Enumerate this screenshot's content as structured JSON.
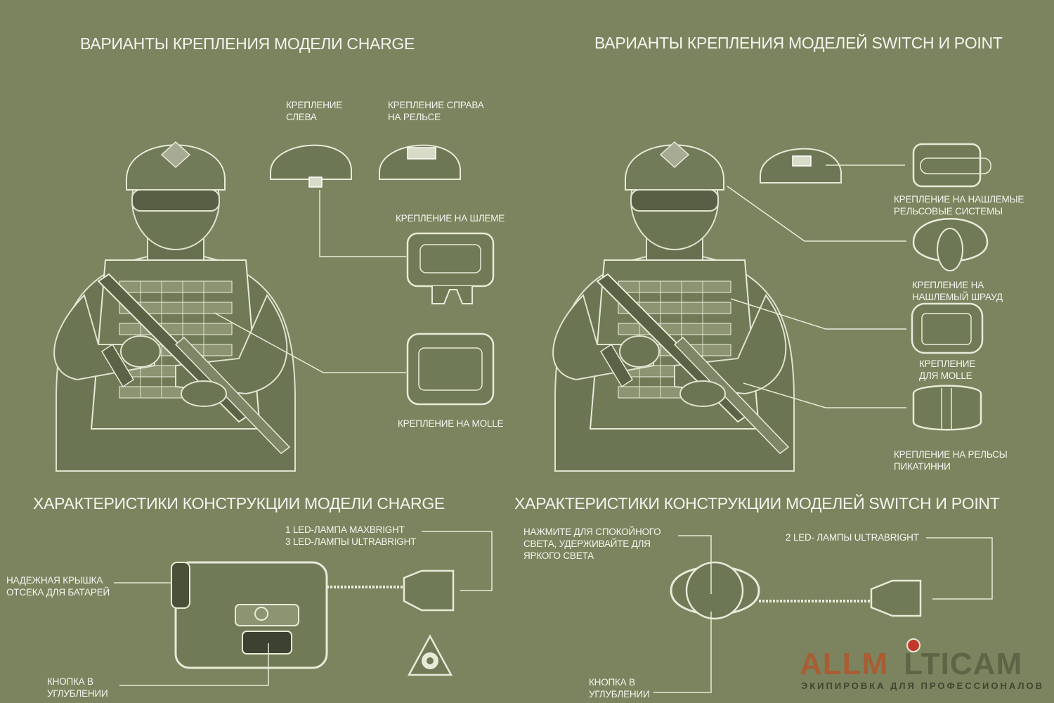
{
  "headings": {
    "charge_mounting": "ВАРИАНТЫ КРЕПЛЕНИЯ МОДЕЛИ CHARGE",
    "switch_point_mounting": "ВАРИАНТЫ КРЕПЛЕНИЯ МОДЕЛЕЙ SWITCH И POINT",
    "charge_features": "ХАРАКТЕРИСТИКИ КОНСТРУКЦИИ МОДЕЛИ CHARGE",
    "switch_point_features": "ХАРАКТЕРИСТИКИ КОНСТРУКЦИИ МОДЕЛЕЙ SWITCH И POINT"
  },
  "charge_labels": {
    "left_mount": "КРЕПЛЕНИЕ\nСЛЕВА",
    "right_rail_mount": "КРЕПЛЕНИЕ СПРАВА\nНА РЕЛЬСЕ",
    "helmet_mount": "КРЕПЛЕНИЕ НА ШЛЕМЕ",
    "molle_mount": "КРЕПЛЕНИЕ НА MOLLE"
  },
  "switch_point_labels": {
    "helmet_rail": "КРЕПЛЕНИЕ НА НАШЛЕМЫЕ\nРЕЛЬСОВЫЕ СИСТЕМЫ",
    "helmet_shroud": "КРЕПЛЕНИЕ НА\nНАШЛЕМЫЙ ШРАУД",
    "molle": "КРЕПЛЕНИЕ\nДЛЯ MOLLE",
    "picatinny": "КРЕПЛЕНИЕ НА РЕЛЬСЫ\nПИКАТИННИ"
  },
  "charge_features": {
    "leds": "1 LED-ЛАМПА MAXBRIGHT\n3 LED-ЛАМПЫ ULTRABRIGHT",
    "battery_cover": "НАДЕЖНАЯ КРЫШКА\nОТСЕКА ДЛЯ БАТАРЕЙ",
    "recessed_button": "КНОПКА В\nУГЛУБЛЕНИИ"
  },
  "switch_point_features": {
    "press_hint": "НАЖМИТЕ ДЛЯ  СПОКОЙНОГО\nСВЕТА, УДЕРЖИВАЙТЕ ДЛЯ\nЯРКОГО СВЕТА",
    "leds": "2 LED- ЛАМПЫ ULTRABRIGHT",
    "recessed_button": "КНОПКА В\nУГЛУБЛЕНИИ"
  },
  "logo": {
    "part1": "ALLM",
    "part2": "LTICAM",
    "tagline": "ЭКИПИРОВКА ДЛЯ ПРОФЕССИОНАЛОВ"
  },
  "colors": {
    "background": "#7b845f",
    "figure": "#6b7553",
    "outline": "#e8ead8",
    "logo_accent": "#a85d32"
  }
}
